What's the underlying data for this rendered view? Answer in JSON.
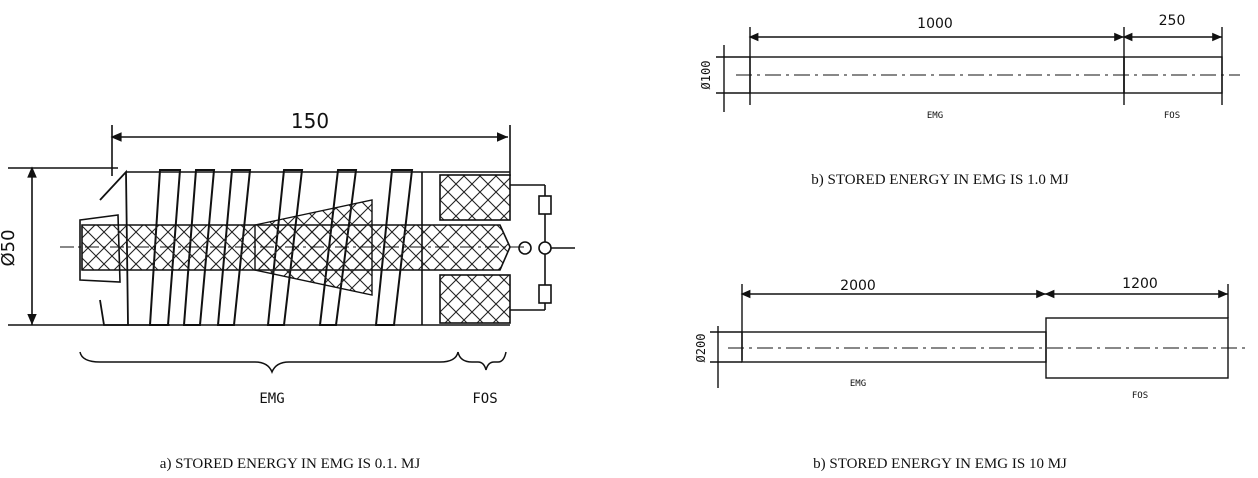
{
  "panel_a": {
    "dim_length": "150",
    "dim_diameter": "Ø50",
    "label_emg": "EMG",
    "label_fos": "FOS",
    "caption": "a) STORED ENERGY IN EMG IS 0.1. MJ"
  },
  "panel_b1": {
    "dim_emg": "1000",
    "dim_fos": "250",
    "dim_diameter": "Ø100",
    "label_emg": "EMG",
    "label_fos": "FOS",
    "caption": "b) STORED ENERGY IN EMG IS 1.0 MJ"
  },
  "panel_b2": {
    "dim_emg": "2000",
    "dim_fos": "1200",
    "dim_diameter": "Ø200",
    "label_emg": "EMG",
    "label_fos": "FOS",
    "caption": "b) STORED ENERGY IN EMG IS 10 MJ"
  }
}
